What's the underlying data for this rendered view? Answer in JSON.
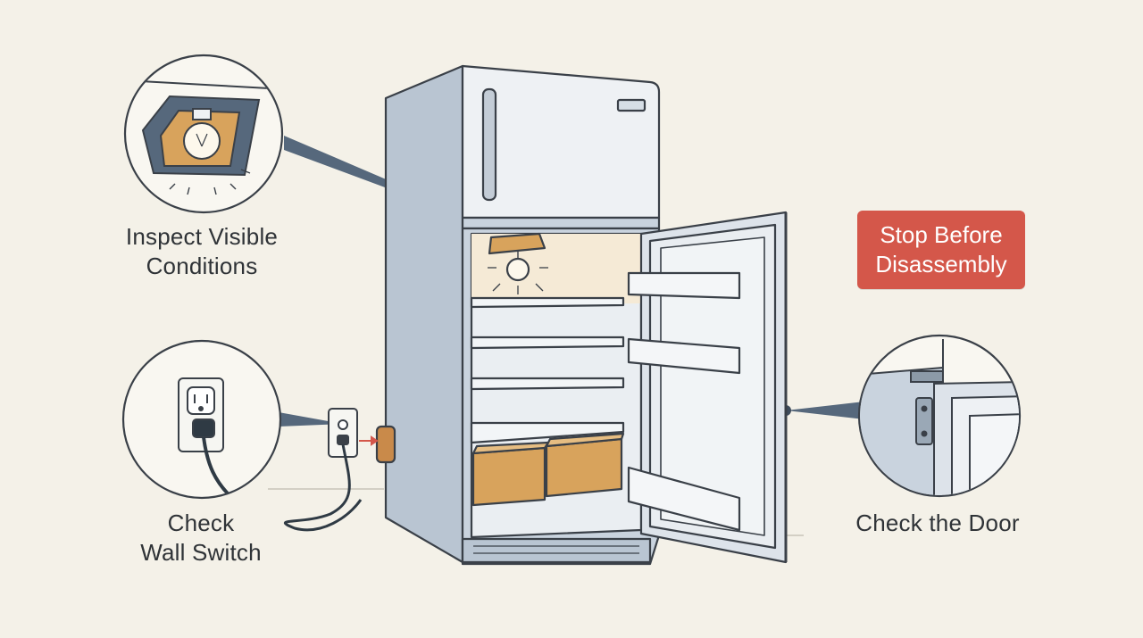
{
  "labels": {
    "inspect_visible": [
      "Inspect Visible",
      "Conditions"
    ],
    "check_switch": [
      "Check",
      "Wall Switch"
    ],
    "check_door": [
      "Check the Door"
    ],
    "stop_badge": [
      "Stop Before",
      "Disassembly"
    ]
  },
  "colors": {
    "background": "#f4f1e8",
    "warning": "#d4574a",
    "fridge_body": "#c9d3de",
    "interior_light": "#f3e6cf",
    "bin": "#d8a35c",
    "outline": "#3a4048"
  },
  "icons": [
    "light-bulb-icon",
    "wall-outlet-icon",
    "plug-icon",
    "door-hinge-icon"
  ]
}
